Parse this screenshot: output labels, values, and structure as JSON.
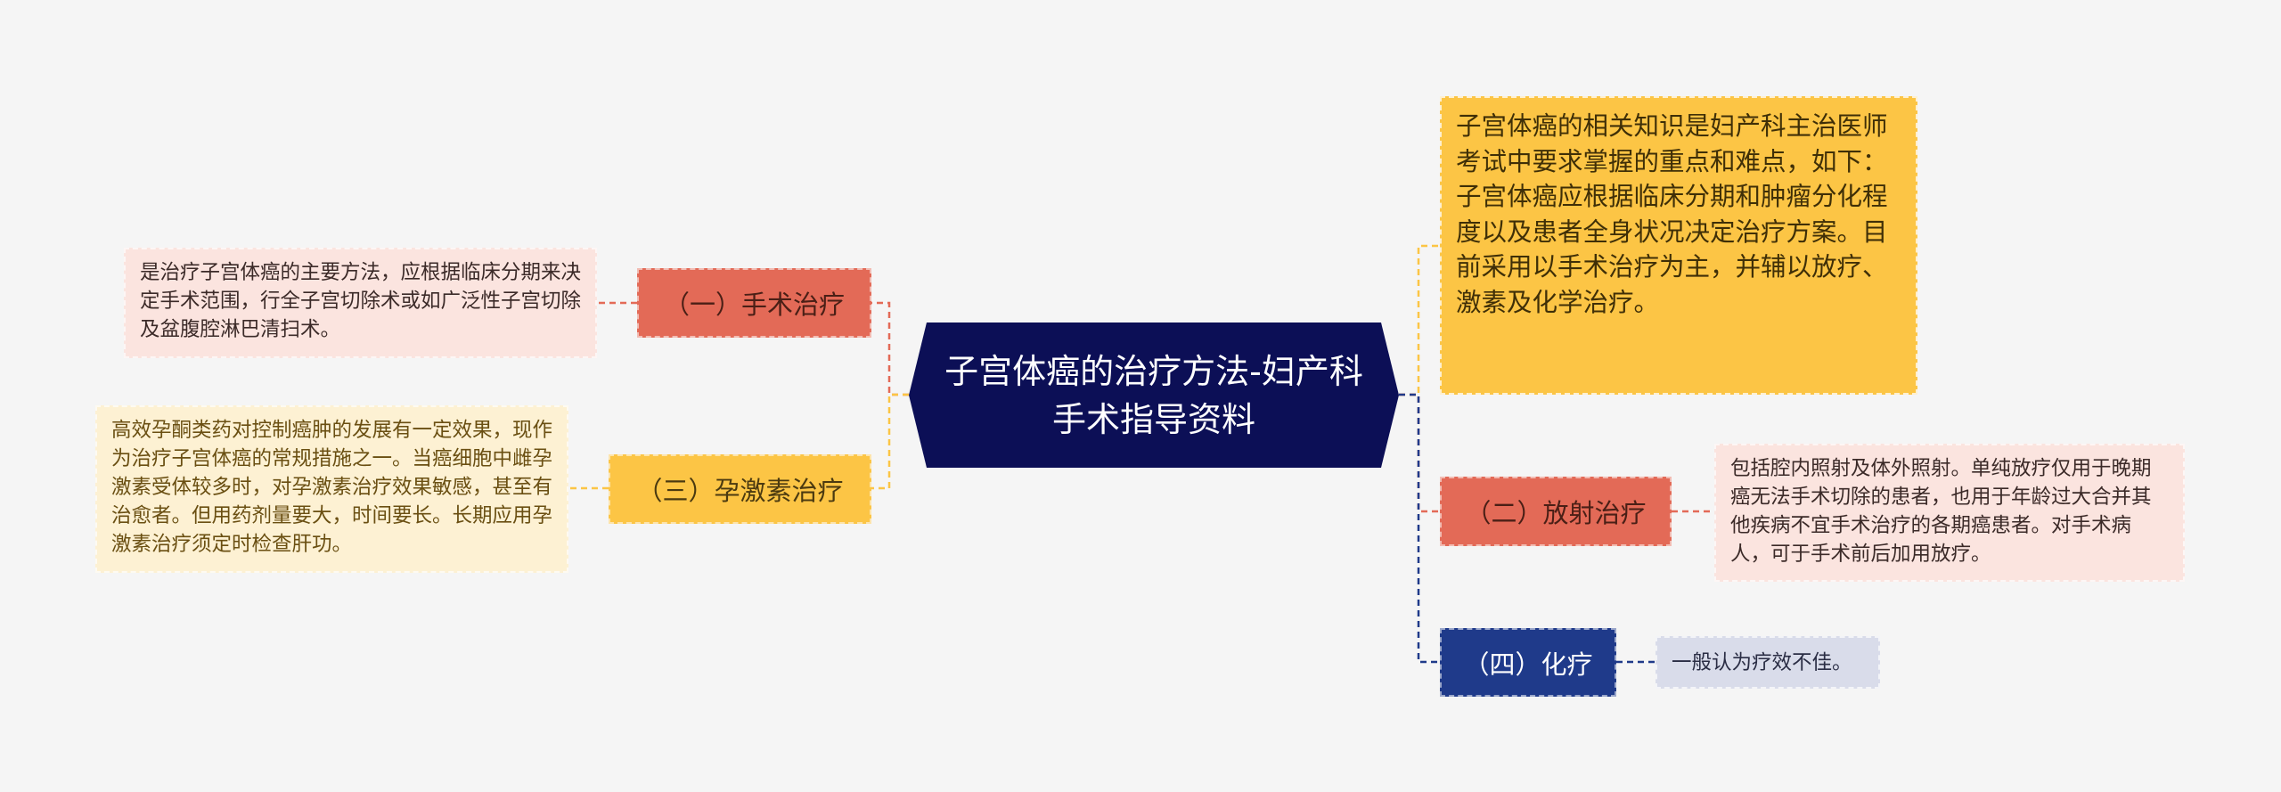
{
  "central": {
    "title": "子宫体癌的治疗方法-妇产科手术指导资料"
  },
  "branches": [
    {
      "label": "（一）手术治疗",
      "detail": "是治疗子宫体癌的主要方法，应根据临床分期来决定手术范围，行全子宫切除术或如广泛性子宫切除及盆腹腔淋巴清扫术。",
      "color": "#e36a57"
    },
    {
      "label": "（二）放射治疗",
      "detail": "包括腔内照射及体外照射。单纯放疗仅用于晚期癌无法手术切除的患者，也用于年龄过大合并其他疾病不宜手术治疗的各期癌患者。对手术病人，可于手术前后加用放疗。",
      "color": "#e36a57"
    },
    {
      "label": "（三）孕激素治疗",
      "detail": "高效孕酮类药对控制癌肿的发展有一定效果，现作为治疗子宫体癌的常规措施之一。当癌细胞中雌孕激素受体较多时，对孕激素治疗效果敏感，甚至有治愈者。但用药剂量要大，时间要长。长期应用孕激素治疗须定时检查肝功。",
      "color": "#fcc545"
    },
    {
      "label": "（四）化疗",
      "detail": "一般认为疗效不佳。",
      "color": "#1f3a8a"
    }
  ],
  "intro": "子宫体癌的相关知识是妇产科主治医师考试中要求掌握的重点和难点，如下：子宫体癌应根据临床分期和肿瘤分化程度以及患者全身状况决定治疗方案。目前采用以手术治疗为主，并辅以放疗、激素及化学治疗。",
  "colors": {
    "background": "#f5f5f5",
    "central": "#0c0f56",
    "red": "#e36a57",
    "yellow": "#fcc545",
    "navy": "#1f3a8a"
  }
}
